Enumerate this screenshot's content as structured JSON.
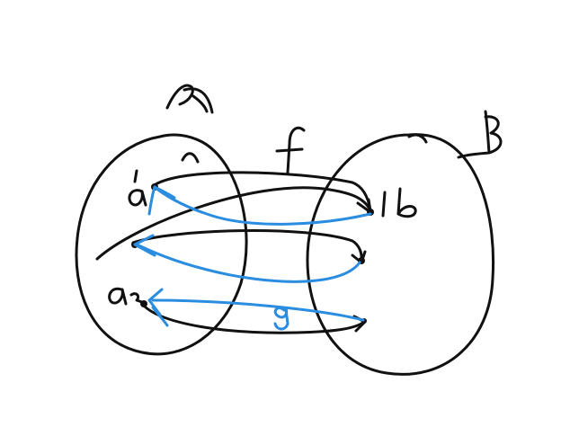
{
  "sets": {
    "left": {
      "label": "A"
    },
    "right": {
      "label": "B"
    }
  },
  "maps": {
    "forward": {
      "label": "f"
    },
    "backward": {
      "label": "g"
    }
  },
  "elements": {
    "left_top": "a'",
    "left_bottom": "a",
    "right_top": "b"
  },
  "colors": {
    "ink_black": "#111111",
    "ink_blue": "#2b8de0",
    "background": "#ffffff"
  }
}
